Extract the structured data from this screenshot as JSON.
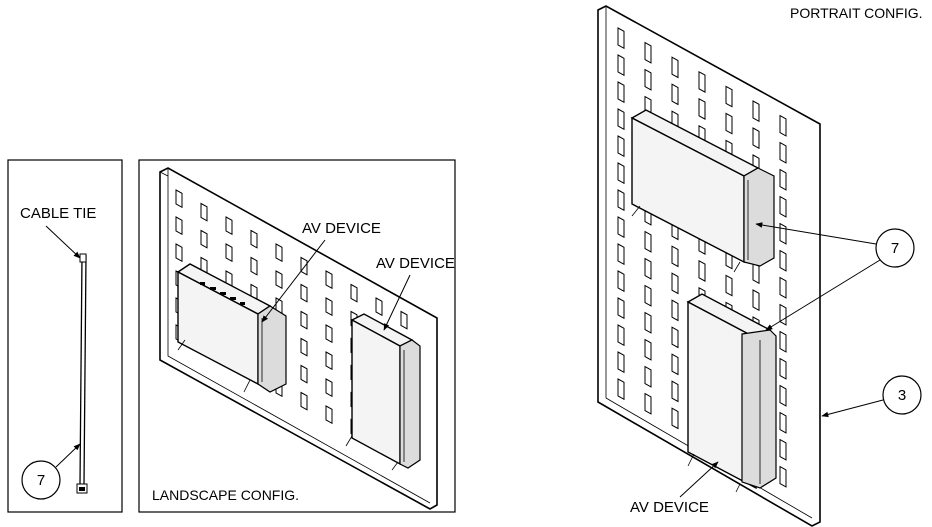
{
  "labels": {
    "cable_tie": "CABLE TIE",
    "av_device_a": "AV DEVICE",
    "av_device_b": "AV DEVICE",
    "av_device_c": "AV DEVICE",
    "landscape_config": "LANDSCAPE CONFIG.",
    "portrait_config": "PORTRAIT CONFIG."
  },
  "callouts": {
    "tie_number": "7",
    "portrait_tie_number": "7",
    "panel_number": "3"
  }
}
